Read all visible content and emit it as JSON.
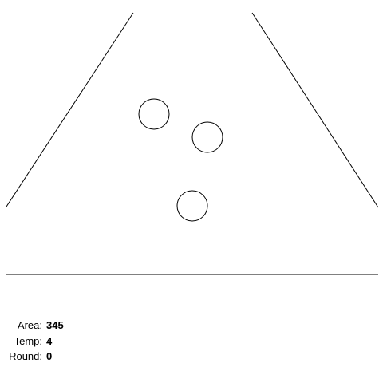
{
  "stats": {
    "area": {
      "label": "Area:",
      "value": "345"
    },
    "temp": {
      "label": "Temp:",
      "value": "4"
    },
    "round": {
      "label": "Round:",
      "value": "0"
    }
  },
  "colors": {
    "stroke": "#000000",
    "background": "#ffffff"
  }
}
